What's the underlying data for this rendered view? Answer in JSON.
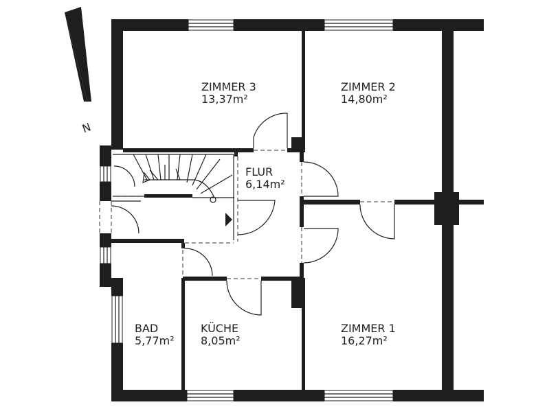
{
  "north": {
    "letter": "N"
  },
  "rooms": [
    {
      "id": "zimmer3",
      "name": "ZIMMER 3",
      "area": "13,37m²"
    },
    {
      "id": "zimmer2",
      "name": "ZIMMER 2",
      "area": "14,80m²"
    },
    {
      "id": "flur",
      "name": "FLUR",
      "area": "6,14m²"
    },
    {
      "id": "bad",
      "name": "BAD",
      "area": "5,77m²"
    },
    {
      "id": "kueche",
      "name": "KÜCHE",
      "area": "8,05m²"
    },
    {
      "id": "zimmer1",
      "name": "ZIMMER 1",
      "area": "16,27m²"
    }
  ],
  "colors": {
    "wall": "#1e1e1e",
    "background": "#ffffff"
  }
}
